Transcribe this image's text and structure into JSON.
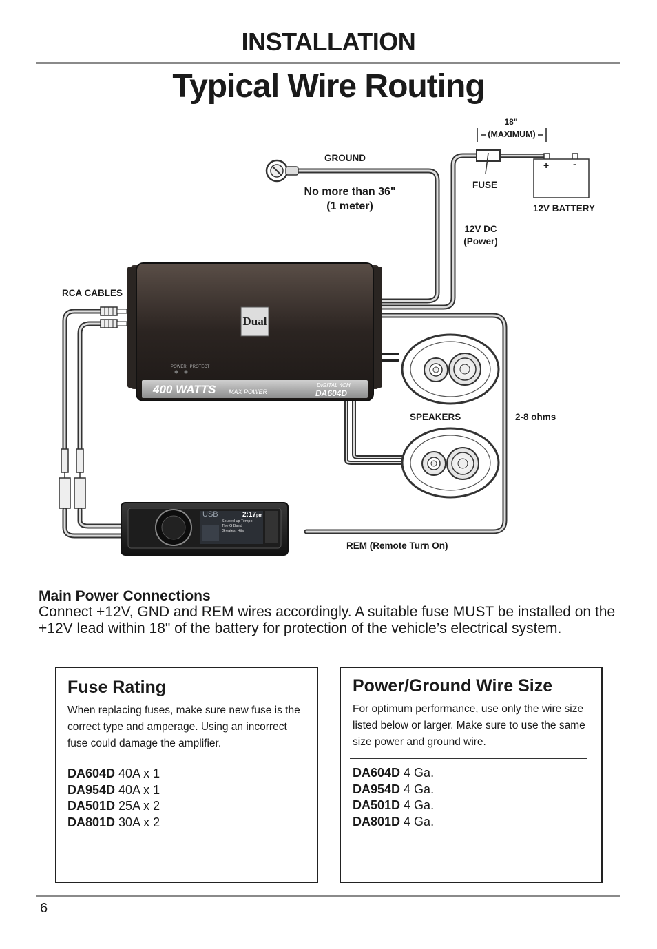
{
  "header": {
    "section": "INSTALLATION",
    "title": "Typical Wire Routing"
  },
  "diagram": {
    "ground_label": "GROUND",
    "ground_note_line1": "No more than 36\"",
    "ground_note_line2": "(1 meter)",
    "fuse_distance_value": "18\"",
    "fuse_distance_max": "(MAXIMUM)",
    "fuse_label": "FUSE",
    "battery_label": "12V BATTERY",
    "battery_plus": "+",
    "battery_minus": "-",
    "power_label_line1": "12V DC",
    "power_label_line2": "(Power)",
    "rca_label": "RCA CABLES",
    "speakers_label": "SPEAKERS",
    "ohms_label": "2-8 ohms",
    "rem_label": "REM (Remote Turn On)",
    "amp": {
      "brand": "Dual",
      "watts": "400 WATTS",
      "max_power": "MAX POWER",
      "type": "DIGITAL 4CH",
      "model": "DA604D",
      "led_labels": "POWER   PROTECT"
    },
    "radio": {
      "source": "USB",
      "time": "2:17",
      "ampm": "pm",
      "track_lines": [
        "Souped up Tempo",
        "The G Band",
        "Greatest Hits"
      ]
    }
  },
  "main_power": {
    "heading": "Main Power Connections",
    "body": "Connect +12V, GND and REM wires accordingly. A suitable fuse MUST be installed on the +12V lead within 18\" of the battery for protection of the vehicle’s electrical system."
  },
  "fuse_rating": {
    "title": "Fuse Rating",
    "description": "When replacing fuses, make sure new fuse is the correct type and amperage. Using an incorrect fuse could damage the amplifier.",
    "items": [
      {
        "model": "DA604D",
        "value": "40A x 1"
      },
      {
        "model": "DA954D",
        "value": "40A x 1"
      },
      {
        "model": "DA501D",
        "value": "25A x 2"
      },
      {
        "model": "DA801D",
        "value": "30A x 2"
      }
    ]
  },
  "wire_size": {
    "title": "Power/Ground Wire Size",
    "description": "For optimum performance, use only the wire size listed below or larger. Make sure to use the same size power and ground wire.",
    "items": [
      {
        "model": "DA604D",
        "value": "4 Ga."
      },
      {
        "model": "DA954D",
        "value": "4 Ga."
      },
      {
        "model": "DA501D",
        "value": "4 Ga."
      },
      {
        "model": "DA801D",
        "value": "4 Ga."
      }
    ]
  },
  "footer": {
    "page_number": "6"
  }
}
